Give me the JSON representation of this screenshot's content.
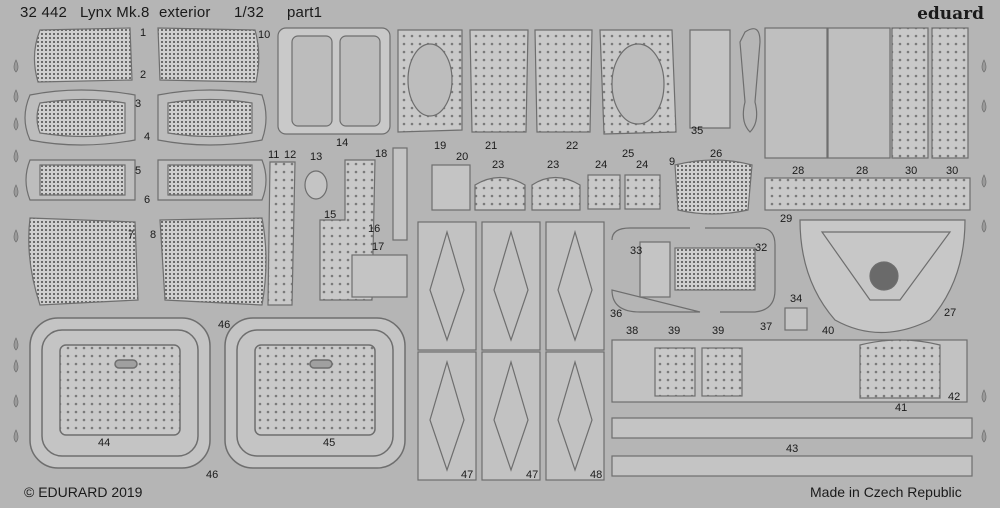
{
  "header": {
    "code": "32 442",
    "title": "Lynx Mk.8",
    "subtitle": "exterior",
    "scale": "1/32",
    "part": "part1",
    "brand": "eduard"
  },
  "footer": {
    "copyright": "© EDURARD 2019",
    "origin": "Made in Czech Republic"
  },
  "part_numbers": [
    "1",
    "2",
    "3",
    "4",
    "5",
    "6",
    "7",
    "8",
    "9",
    "10",
    "11",
    "12",
    "13",
    "14",
    "15",
    "16",
    "17",
    "18",
    "19",
    "20",
    "21",
    "22",
    "23",
    "23",
    "24",
    "24",
    "25",
    "26",
    "27",
    "28",
    "28",
    "29",
    "30",
    "30",
    "32",
    "33",
    "34",
    "35",
    "36",
    "37",
    "38",
    "39",
    "39",
    "40",
    "41",
    "42",
    "43",
    "44",
    "45",
    "46",
    "46",
    "47",
    "47",
    "48"
  ],
  "colors": {
    "sheet": "#b5b5b5",
    "metal": "#c9c9c9",
    "edge": "#6e6e6e",
    "dark": "#555555",
    "text": "#1a1a1a"
  }
}
